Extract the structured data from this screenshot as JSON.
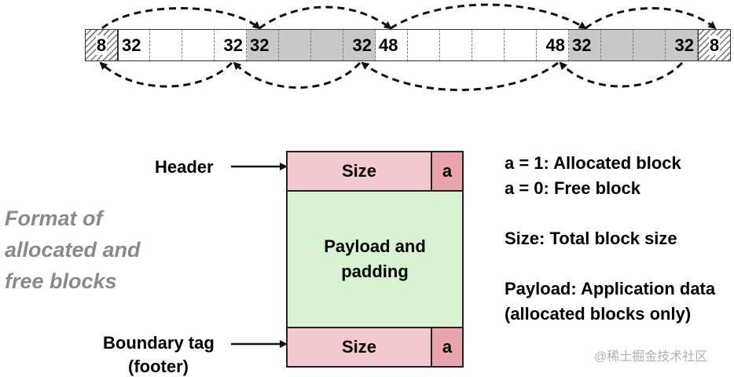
{
  "heap": {
    "cells": [
      {
        "text": "8",
        "kind": "hatch",
        "align": "center"
      },
      {
        "text": "32",
        "kind": "free",
        "align": "left"
      },
      {
        "text": "",
        "kind": "free",
        "align": "left"
      },
      {
        "text": "",
        "kind": "free",
        "align": "left"
      },
      {
        "text": "32",
        "kind": "free",
        "align": "right"
      },
      {
        "text": "32",
        "kind": "alloc",
        "align": "left"
      },
      {
        "text": "",
        "kind": "alloc",
        "align": "left"
      },
      {
        "text": "",
        "kind": "alloc",
        "align": "left"
      },
      {
        "text": "32",
        "kind": "alloc",
        "align": "right"
      },
      {
        "text": "48",
        "kind": "free",
        "align": "left"
      },
      {
        "text": "",
        "kind": "free",
        "align": "left"
      },
      {
        "text": "",
        "kind": "free",
        "align": "left"
      },
      {
        "text": "",
        "kind": "free",
        "align": "left"
      },
      {
        "text": "",
        "kind": "free",
        "align": "left"
      },
      {
        "text": "48",
        "kind": "free",
        "align": "right"
      },
      {
        "text": "32",
        "kind": "alloc",
        "align": "left"
      },
      {
        "text": "",
        "kind": "alloc",
        "align": "left"
      },
      {
        "text": "",
        "kind": "alloc",
        "align": "left"
      },
      {
        "text": "32",
        "kind": "alloc",
        "align": "right"
      },
      {
        "text": "8",
        "kind": "hatch",
        "align": "center"
      }
    ]
  },
  "block": {
    "header_label": "Header",
    "footer_label_line1": "Boundary tag",
    "footer_label_line2": "(footer)",
    "size_text": "Size",
    "a_text": "a",
    "payload_line1": "Payload and",
    "payload_line2": "padding"
  },
  "format_title": {
    "line1": "Format of",
    "line2": "allocated and",
    "line3": "free blocks"
  },
  "legend": {
    "line1": "a = 1: Allocated block",
    "line2": "a = 0: Free block",
    "line3": "Size: Total block size",
    "line4": "Payload: Application data",
    "line5": "(allocated blocks only)"
  },
  "watermark": "@稀土掘金技术社区"
}
